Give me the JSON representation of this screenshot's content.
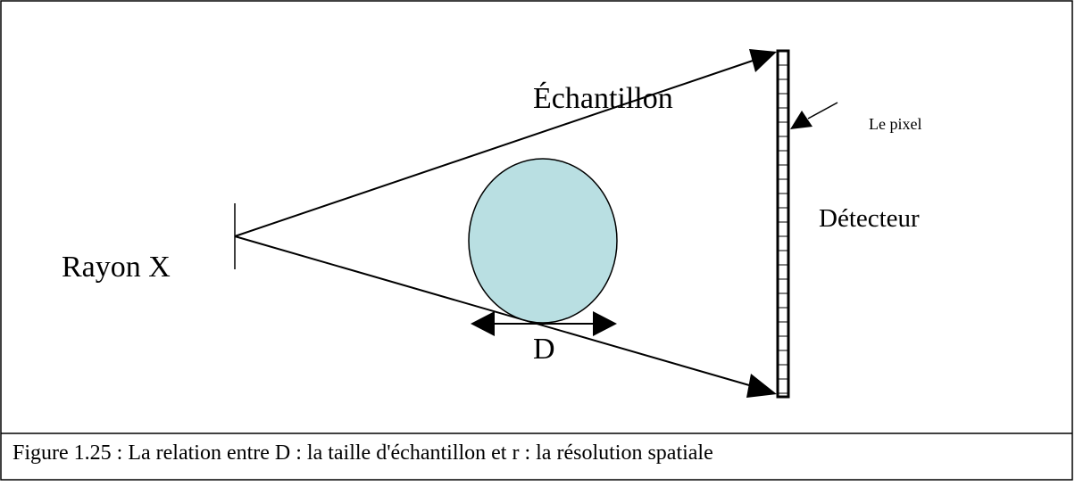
{
  "labels": {
    "sample": "Échantillon",
    "pixel": "Le pixel",
    "detector": "Détecteur",
    "source": "Rayon X",
    "diameter": "D"
  },
  "caption": "Figure 1.25 : La relation entre D : la taille d'échantillon et r : la résolution spatiale",
  "colors": {
    "sample_fill": "#b9dfe2",
    "line": "#000000"
  }
}
